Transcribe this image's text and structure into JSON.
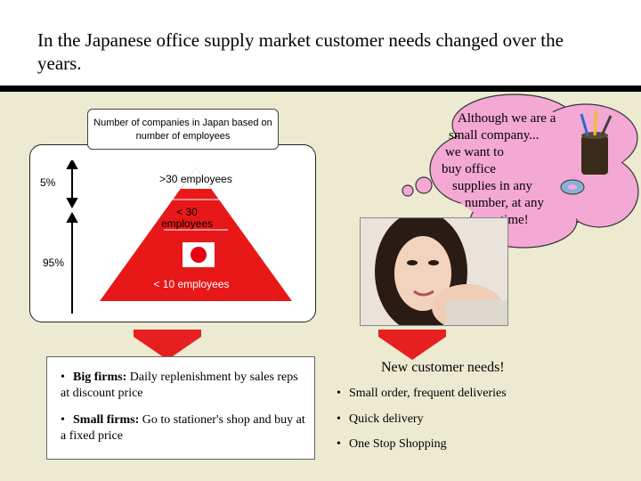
{
  "title": "In the Japanese office supply market customer needs changed over the years.",
  "chart": {
    "title": "Number of companies in Japan based on number of employees",
    "pct_top": "5%",
    "pct_bottom": "95%",
    "tier1": ">30 employees",
    "tier2": "< 30 employees",
    "tier3": "< 10 employees",
    "colors": {
      "pyramid": "#e81818",
      "flag_dot": "#e60012"
    }
  },
  "thought_bubble": {
    "lines": [
      "Although we are a",
      "small company...",
      "we want to",
      "buy office",
      "supplies in any",
      "number, at any",
      "time!"
    ]
  },
  "big_firms": {
    "label": "Big firms:",
    "text": " Daily replenishment by sales reps at discount price"
  },
  "small_firms": {
    "label": "Small firms:",
    "text": " Go to stationer's shop and buy at a fixed price"
  },
  "needs": {
    "heading": "New customer needs!",
    "items": [
      "Small order, frequent deliveries",
      "Quick delivery",
      "One Stop Shopping"
    ]
  },
  "colors": {
    "accent": "#e62020",
    "background": "#ecead0",
    "cloud": "#f4a8d4"
  }
}
